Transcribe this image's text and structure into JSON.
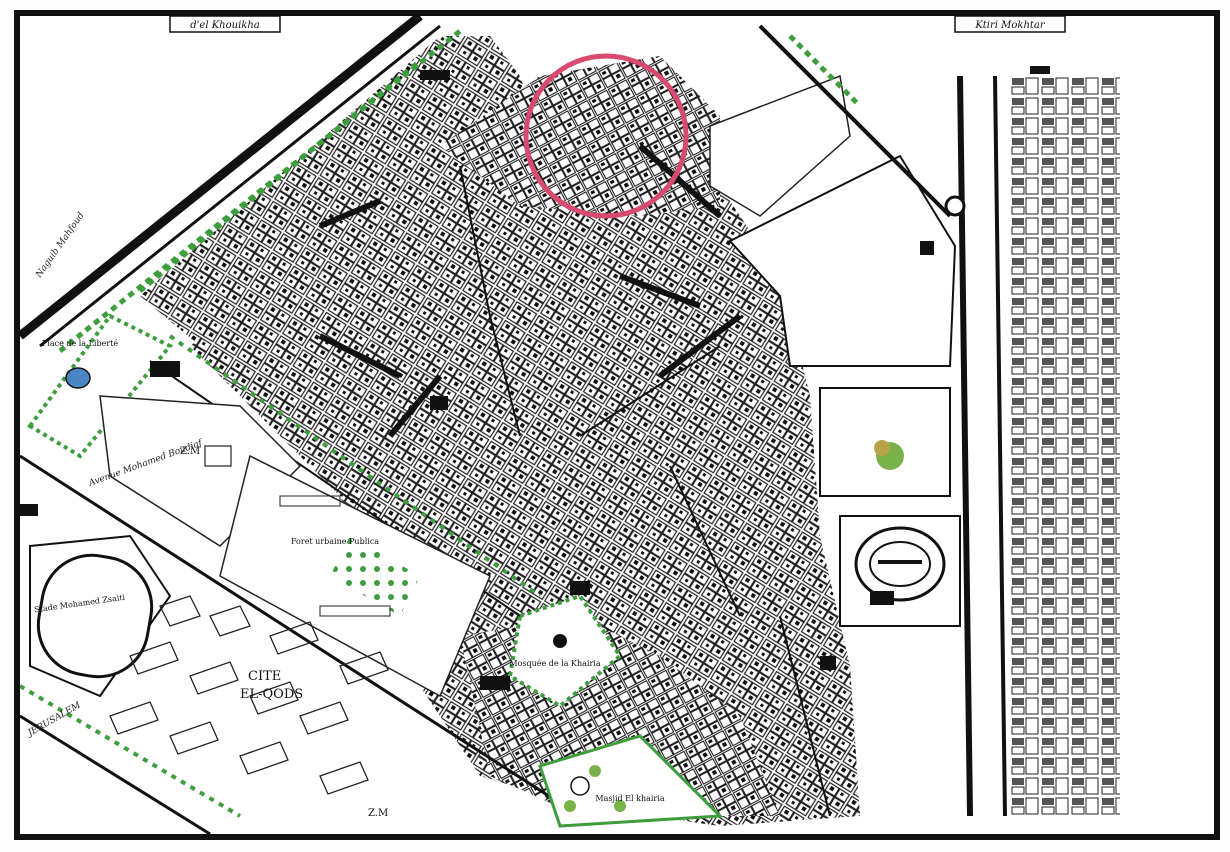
{
  "map": {
    "labels": {
      "top_left_box": "d'el Khouikha",
      "top_right_box": "Ktiri Mokhtar",
      "place_liberte": "Place de la Liberté",
      "zm_1": "Z.M",
      "zm_2": "Z.M",
      "foret_urbaine": "Foret urbaine Publica",
      "stade": "Stade Mohamed Zsaiti",
      "cite": "CITE",
      "el_qods": "EL-QODS",
      "mosque_square": "Mosquée de la Khairia",
      "mosque_bottom": "Masjid El khairia",
      "street_naguib": "Naguib Mahfoud",
      "street_left": "Avenue Mohamed Boudiaf",
      "street_jerusalem": "JERUSALEM"
    },
    "highlight_color": "#d84a6f",
    "vegetation_color": "#3e9e3e",
    "water_color": "#4a86c6"
  }
}
